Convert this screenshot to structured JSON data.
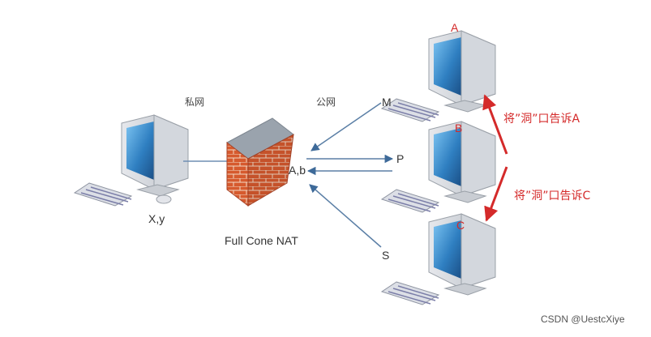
{
  "labels": {
    "private_net": "私网",
    "public_net": "公网",
    "private_addr": "X,y",
    "nat_addr": "A,b",
    "nat_type": "Full Cone NAT",
    "host_m": "M",
    "host_p": "P",
    "host_s": "S",
    "pc_a": "A",
    "pc_b": "B",
    "pc_c": "C",
    "note_a": "将”洞”口告诉A",
    "note_c": "将”洞”口告诉C"
  },
  "watermark": "CSDN @UestcXiye",
  "colors": {
    "arrow_blue": "#5b7fa6",
    "line_blue": "#6f8fb3",
    "arrow_red": "#d42a2a",
    "brick": "#d9542b",
    "monitor_screen": "#2f7fc1"
  },
  "icons": {
    "computers": "desktop-computer-icon",
    "firewall": "brick-firewall-icon"
  }
}
